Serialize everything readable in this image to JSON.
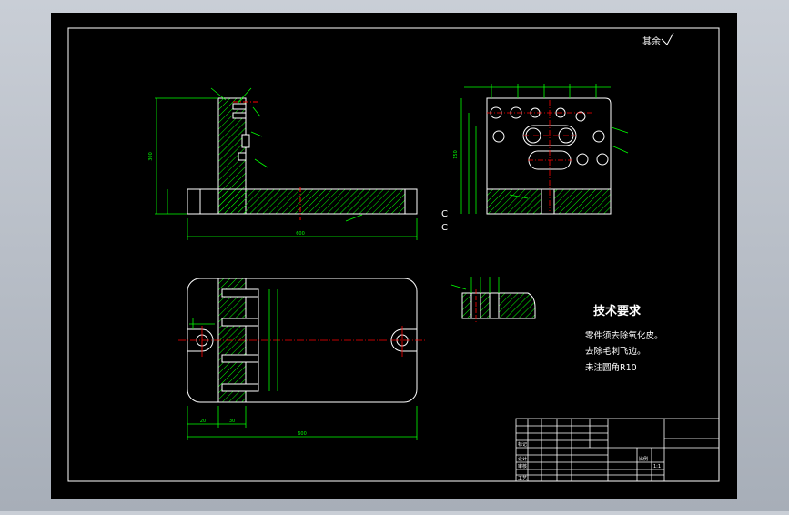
{
  "colors": {
    "background": "#000000",
    "frame": "#ffffff",
    "outline": "#ffffff",
    "dimension": "#00ff00",
    "hatch": "#00ff00",
    "centerline": "#ff0000",
    "text_title": "#ffffff",
    "text_notes": "#00ff00"
  },
  "surface_note": "其余",
  "section_labels": [
    "C",
    "C"
  ],
  "tech_requirements": {
    "title": "技术要求",
    "items": [
      "零件须去除氧化皮。",
      "去除毛刺飞边。",
      "未注圆角R10"
    ]
  },
  "title_block": {
    "rows": [
      "标记",
      "设计",
      "审核",
      "工艺"
    ],
    "scale_label": "比例",
    "scale_value": "1:1"
  },
  "dimensions": {
    "front_width": "600",
    "front_height": "300",
    "side_height": "150",
    "top_width": "600",
    "top_left_a": "20",
    "top_left_b": "30"
  }
}
